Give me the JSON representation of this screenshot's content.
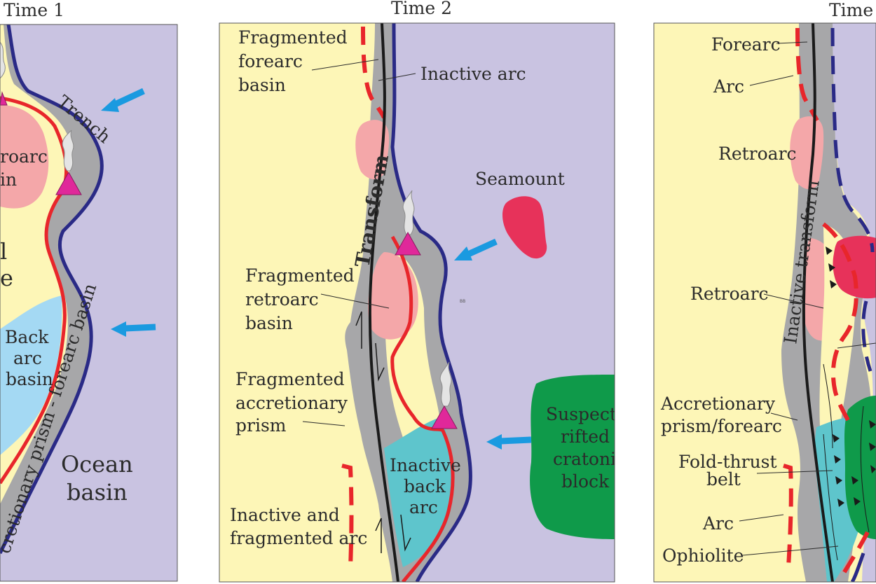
{
  "panels": [
    {
      "title": "Time 1",
      "labels": {
        "trench": "Trench",
        "retroarc_basin_partial_1": "roarc",
        "retroarc_basin_partial_2": "in",
        "continental_partial_1": "l",
        "continental_partial_2": "e",
        "back_arc_basin_1": "Back",
        "back_arc_basin_2": "arc",
        "back_arc_basin_3": "basin",
        "accretionary_prism": "cretionary prism - forearc basin",
        "ocean_basin_1": "Ocean",
        "ocean_basin_2": "basin"
      }
    },
    {
      "title": "Time 2",
      "labels": {
        "fragmented_forearc_1": "Fragmented",
        "fragmented_forearc_2": "forearc",
        "fragmented_forearc_3": "basin",
        "inactive_arc": "Inactive  arc",
        "seamount": "Seamount",
        "transform": "Transform",
        "fragmented_retroarc_1": "Fragmented",
        "fragmented_retroarc_2": "retroarc",
        "fragmented_retroarc_3": "basin",
        "fragmented_accretionary_1": "Fragmented",
        "fragmented_accretionary_2": "accretionary",
        "fragmented_accretionary_3": "prism",
        "suspect_block_1": "Suspect",
        "suspect_block_2": "rifted",
        "suspect_block_3": "cratonic",
        "suspect_block_4": "block",
        "inactive_back_arc_1": "Inactive",
        "inactive_back_arc_2": "back",
        "inactive_back_arc_3": "arc",
        "inactive_fragmented_arc_1": "Inactive and",
        "inactive_fragmented_arc_2": "fragmented arc",
        "tiny_mark": "BB"
      }
    },
    {
      "title": "Time",
      "labels": {
        "forearc": "Forearc",
        "arc_top": "Arc",
        "retroarc_top": "Retroarc",
        "inactive_transform": "Inactive transform",
        "retroarc_mid": "Retroarc",
        "accretionary_forearc_1": "Accretionary",
        "accretionary_forearc_2": "prism/forearc",
        "fold_thrust_1": "Fold-thrust",
        "fold_thrust_2": "belt",
        "arc_bottom": "Arc",
        "ophiolite": "Ophiolite"
      }
    }
  ],
  "colors": {
    "ocean": "#c9c3e1",
    "continent": "#fdf6b7",
    "accretionary_prism": "#a7a7a9",
    "retroarc_basin": "#f4a7a9",
    "back_arc_basin": "#a4d9f3",
    "inactive_back_arc": "#5ec5cc",
    "seamount": "#e7325a",
    "cratonic_block": "#0f9a4a",
    "arc_line": "#e8262b",
    "trench_line": "#2a2a86",
    "plate_motion_arrow": "#1a9ae0",
    "volcano": "#e0289a"
  },
  "icons": [
    "plate-motion-arrow-icon",
    "volcano-icon",
    "smoke-plume-icon",
    "fault-motion-half-arrow-icon",
    "thrust-barb-icon"
  ]
}
